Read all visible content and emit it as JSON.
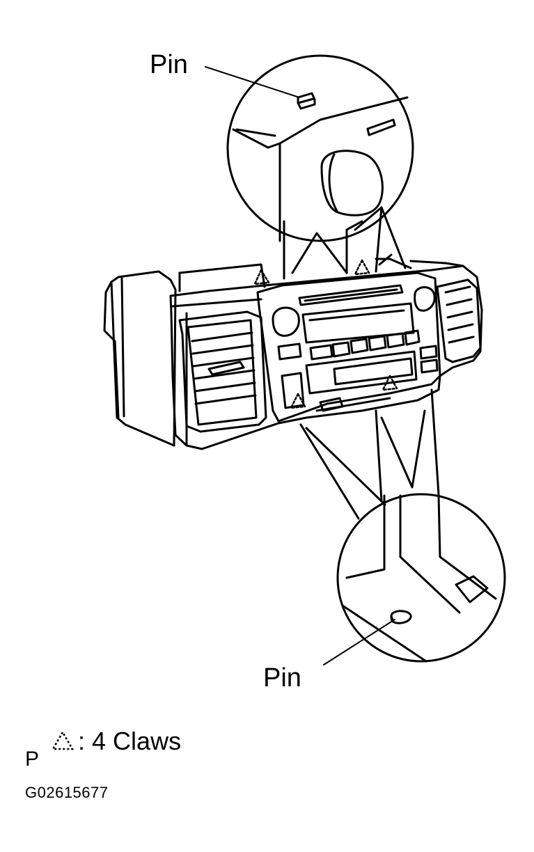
{
  "labels": {
    "pin_top": "Pin",
    "pin_bottom": "Pin"
  },
  "legend": {
    "marker": "P",
    "separator": ":",
    "claws_text": "4 Claws"
  },
  "figure_code": "G02615677",
  "icons": {
    "claw": "dotted-triangle-icon"
  },
  "colors": {
    "line": "#000000",
    "background": "#ffffff"
  }
}
